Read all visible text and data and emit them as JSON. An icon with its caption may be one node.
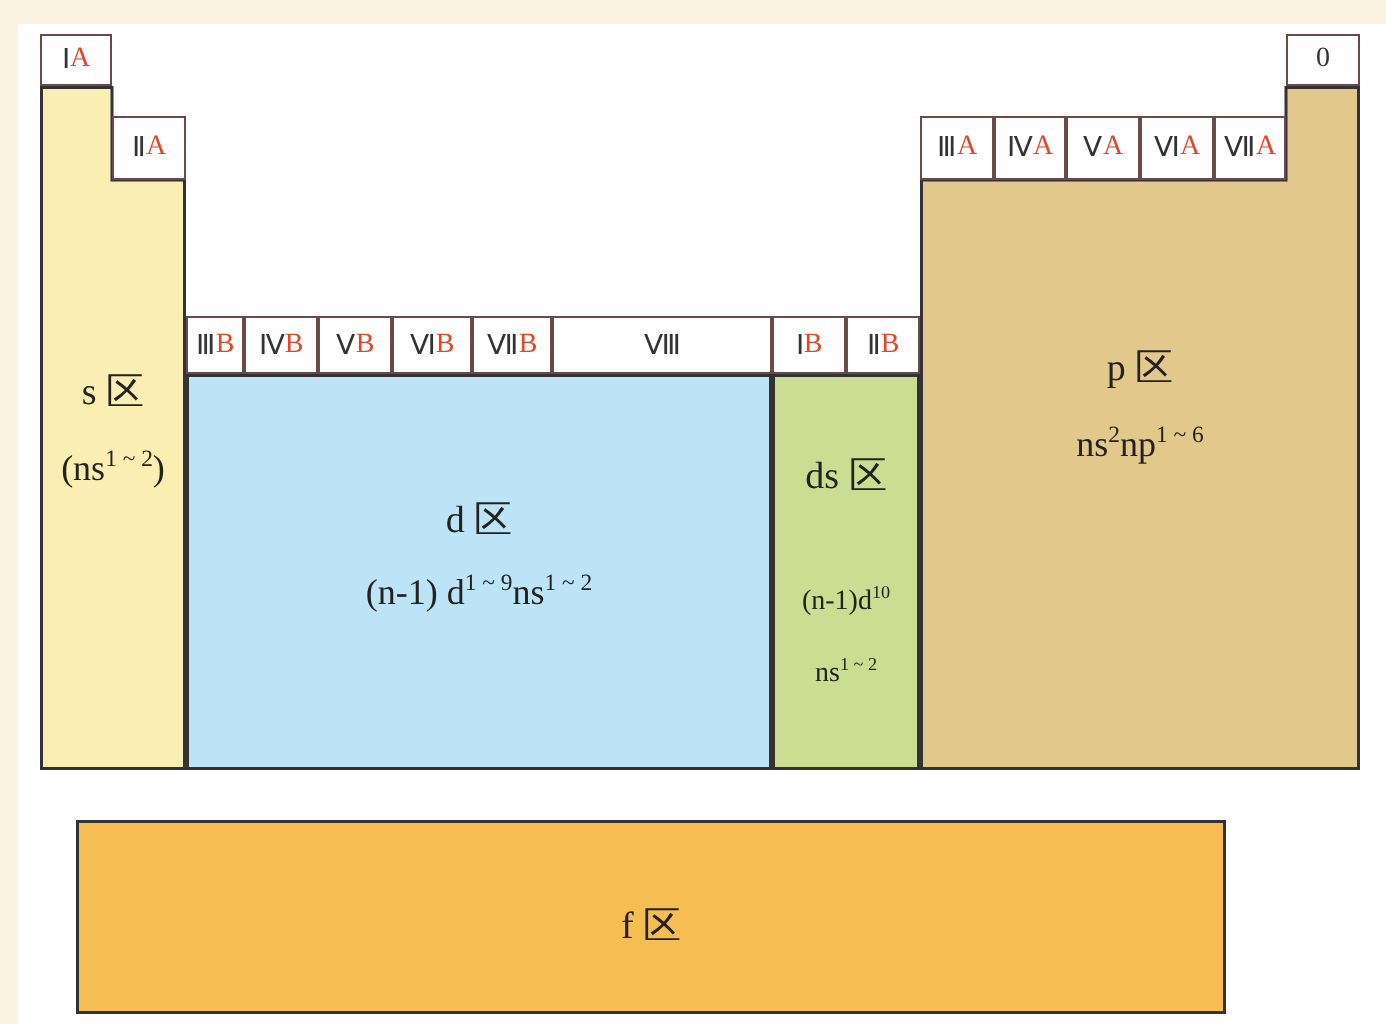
{
  "diagram": {
    "nodes": [
      {
        "text": [
          "ⅠA"
        ]
      },
      {
        "text": [
          "0"
        ]
      },
      {
        "text": [
          "ⅡA"
        ]
      },
      {
        "text": [
          "ⅢA"
        ]
      },
      {
        "text": [
          "ⅣA"
        ]
      },
      {
        "text": [
          "ⅤA"
        ]
      },
      {
        "text": [
          "ⅥA"
        ]
      },
      {
        "text": [
          "ⅦA"
        ]
      },
      {
        "text": [
          "ⅢB"
        ]
      },
      {
        "text": [
          "ⅣB"
        ]
      },
      {
        "text": [
          "ⅤB"
        ]
      },
      {
        "text": [
          "ⅥB"
        ]
      },
      {
        "text": [
          "ⅦB"
        ]
      },
      {
        "text": [
          "Ⅷ"
        ]
      },
      {
        "text": [
          "ⅠB"
        ]
      },
      {
        "text": [
          "ⅡB"
        ]
      },
      {
        "text": [
          "s 区",
          "(ns$^{1 ~ 2}$)"
        ]
      },
      {
        "text": [
          "p 区",
          "ns$^{2}$np$^{1 ~ 6}$"
        ]
      },
      {
        "text": [
          "d 区",
          "(n-1) d$^{1 ~ 9}$ns$^{1 ~ 2}$"
        ]
      },
      {
        "text": [
          "ds 区",
          "(n-1)d$^{10}$ ns$^{1 ~ 2}$"
        ]
      },
      {
        "text": [
          "f 区"
        ]
      }
    ],
    "edges": []
  }
}
